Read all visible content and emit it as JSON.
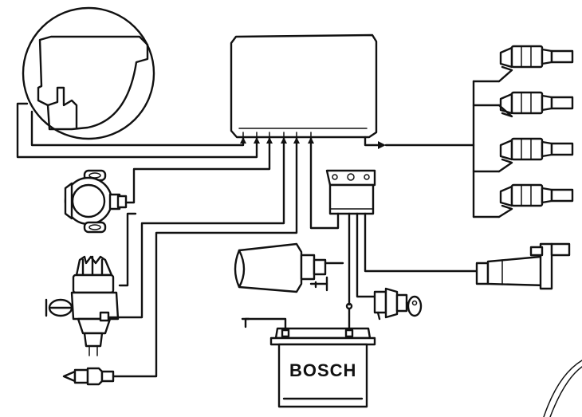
{
  "battery": {
    "brand_label": "BOSCH"
  },
  "colors": {
    "ink": "#111111",
    "paper": "#ffffff"
  },
  "components": [
    {
      "name": "control-unit"
    },
    {
      "name": "air-flow-meter-inset"
    },
    {
      "name": "throttle-switch"
    },
    {
      "name": "distributor"
    },
    {
      "name": "temperature-sensor"
    },
    {
      "name": "starter-motor"
    },
    {
      "name": "battery"
    },
    {
      "name": "relay"
    },
    {
      "name": "ignition-switch"
    },
    {
      "name": "fuel-injector",
      "count": 4
    },
    {
      "name": "cold-start-valve"
    }
  ]
}
